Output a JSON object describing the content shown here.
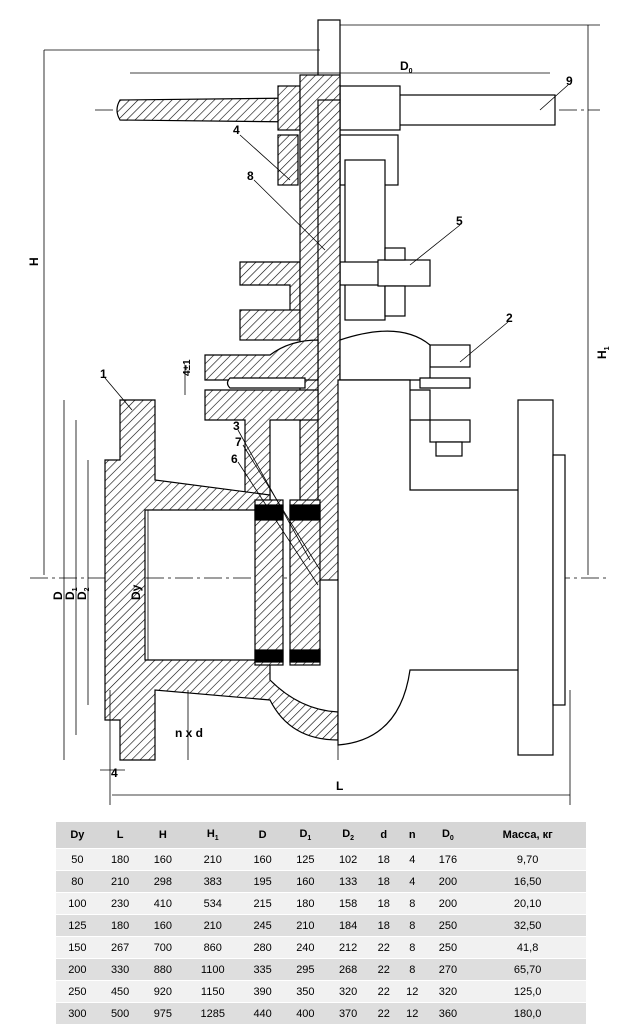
{
  "labels": {
    "dim_d0_main": "D",
    "dim_d0_sub": "0",
    "dim_h": "H",
    "dim_h1_main": "H",
    "dim_h1_sub": "1",
    "dim_d": "D",
    "dim_d1_main": "D",
    "dim_d1_sub": "1",
    "dim_d2_main": "D",
    "dim_d2_sub": "2",
    "dim_dy": "Dy",
    "dim_l": "L",
    "dim_nxd": "n x d",
    "dim_4": "4",
    "dim_4pm1": "4±1",
    "callout_1": "1",
    "callout_2": "2",
    "callout_3": "3",
    "callout_4": "4",
    "callout_5": "5",
    "callout_6": "6",
    "callout_7": "7",
    "callout_8": "8",
    "callout_9": "9"
  },
  "table": {
    "headers": [
      {
        "main": "Dy",
        "sub": ""
      },
      {
        "main": "L",
        "sub": ""
      },
      {
        "main": "H",
        "sub": ""
      },
      {
        "main": "H",
        "sub": "1"
      },
      {
        "main": "D",
        "sub": ""
      },
      {
        "main": "D",
        "sub": "1"
      },
      {
        "main": "D",
        "sub": "2"
      },
      {
        "main": "d",
        "sub": ""
      },
      {
        "main": "n",
        "sub": ""
      },
      {
        "main": "D",
        "sub": "0"
      },
      {
        "main": "Масса, кг",
        "sub": ""
      }
    ],
    "rows": [
      [
        "50",
        "180",
        "160",
        "210",
        "160",
        "125",
        "102",
        "18",
        "4",
        "176",
        "9,70"
      ],
      [
        "80",
        "210",
        "298",
        "383",
        "195",
        "160",
        "133",
        "18",
        "4",
        "200",
        "16,50"
      ],
      [
        "100",
        "230",
        "410",
        "534",
        "215",
        "180",
        "158",
        "18",
        "8",
        "200",
        "20,10"
      ],
      [
        "125",
        "180",
        "160",
        "210",
        "245",
        "210",
        "184",
        "18",
        "8",
        "250",
        "32,50"
      ],
      [
        "150",
        "267",
        "700",
        "860",
        "280",
        "240",
        "212",
        "22",
        "8",
        "250",
        "41,8"
      ],
      [
        "200",
        "330",
        "880",
        "1100",
        "335",
        "295",
        "268",
        "22",
        "8",
        "270",
        "65,70"
      ],
      [
        "250",
        "450",
        "920",
        "1150",
        "390",
        "350",
        "320",
        "22",
        "12",
        "320",
        "125,0"
      ],
      [
        "300",
        "500",
        "975",
        "1285",
        "440",
        "400",
        "370",
        "22",
        "12",
        "360",
        "180,0"
      ]
    ]
  }
}
